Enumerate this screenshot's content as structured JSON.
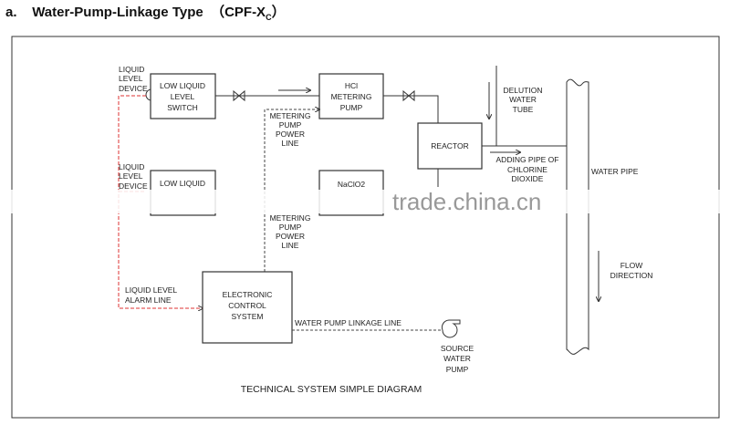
{
  "title": {
    "prefix": "a.",
    "main": "Water-Pump-Linkage Type",
    "code": "（CPF-X",
    "sub": "C",
    "close": "）"
  },
  "diagram": {
    "liquid_device_label": [
      "LIQUID",
      "LEVEL",
      "DEVICE"
    ],
    "switch_box": [
      "LOW LIQUID",
      "LEVEL",
      "SWITCH"
    ],
    "switch_box_2": "LOW LIQUID",
    "hcl_box": [
      "HCl",
      "METERING",
      "PUMP"
    ],
    "naclo2_box": "NaClO2",
    "reactor": "REACTOR",
    "delution": [
      "DELUTION",
      "WATER",
      "TUBE"
    ],
    "adding_pipe": [
      "ADDING PIPE OF",
      "CHLORINE",
      "DIOXIDE"
    ],
    "water_pipe": "WATER PIPE",
    "flow": [
      "FLOW",
      "DIRECTION"
    ],
    "power_line": [
      "METERING",
      "PUMP",
      "POWER",
      "LINE"
    ],
    "ecs": [
      "ELECTRONIC",
      "CONTROL",
      "SYSTEM"
    ],
    "alarm_line": [
      "LIQUID LEVEL",
      "ALARM LINE"
    ],
    "linkage_line": "WATER PUMP LINKAGE LINE",
    "source_pump": [
      "SOURCE",
      "WATER",
      "PUMP"
    ],
    "caption": "TECHNICAL SYSTEM SIMPLE DIAGRAM"
  },
  "watermark": "trade.china.cn"
}
